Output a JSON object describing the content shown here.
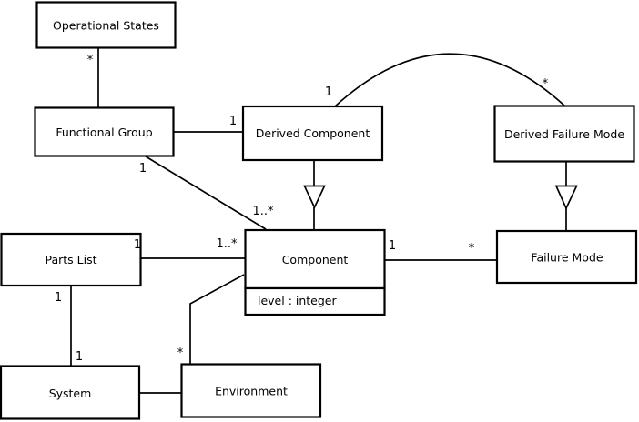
{
  "diagram": {
    "type": "uml-class-diagram",
    "background_color": "#ffffff",
    "line_color": "#000000",
    "box_fill_color": "#ffffff",
    "classes": [
      {
        "id": "operational-states",
        "name": "Operational States"
      },
      {
        "id": "functional-group",
        "name": "Functional Group"
      },
      {
        "id": "derived-component",
        "name": "Derived Component"
      },
      {
        "id": "derived-failure-mode",
        "name": "Derived Failure Mode"
      },
      {
        "id": "parts-list",
        "name": "Parts List"
      },
      {
        "id": "component",
        "name": "Component",
        "attributes": [
          "level : integer"
        ]
      },
      {
        "id": "failure-mode",
        "name": "Failure Mode"
      },
      {
        "id": "system",
        "name": "System"
      },
      {
        "id": "environment",
        "name": "Environment"
      }
    ],
    "associations": [
      {
        "id": "os-fg",
        "from": "operational-states",
        "to": "functional-group",
        "from_label": "*"
      },
      {
        "id": "fg-dc",
        "from": "functional-group",
        "to": "derived-component",
        "to_label": "1"
      },
      {
        "id": "fg-comp",
        "from": "functional-group",
        "to": "component",
        "from_label": "1",
        "to_label": "1..*"
      },
      {
        "id": "dc-dfm",
        "from": "derived-component",
        "to": "derived-failure-mode",
        "from_label": "1",
        "to_label": "*",
        "shape": "arc"
      },
      {
        "id": "dc-comp",
        "from": "derived-component",
        "to": "component",
        "type": "generalization"
      },
      {
        "id": "dfm-fm",
        "from": "derived-failure-mode",
        "to": "failure-mode",
        "type": "generalization"
      },
      {
        "id": "pl-comp",
        "from": "parts-list",
        "to": "component",
        "from_label": "1",
        "to_label": "1..*"
      },
      {
        "id": "pl-sys",
        "from": "parts-list",
        "to": "system",
        "from_label": "1",
        "to_label": "1"
      },
      {
        "id": "comp-fm",
        "from": "component",
        "to": "failure-mode",
        "from_label": "1",
        "to_label": "*"
      },
      {
        "id": "comp-env",
        "from": "component",
        "to": "environment",
        "to_label": "*"
      },
      {
        "id": "sys-env",
        "from": "system",
        "to": "environment"
      }
    ]
  }
}
